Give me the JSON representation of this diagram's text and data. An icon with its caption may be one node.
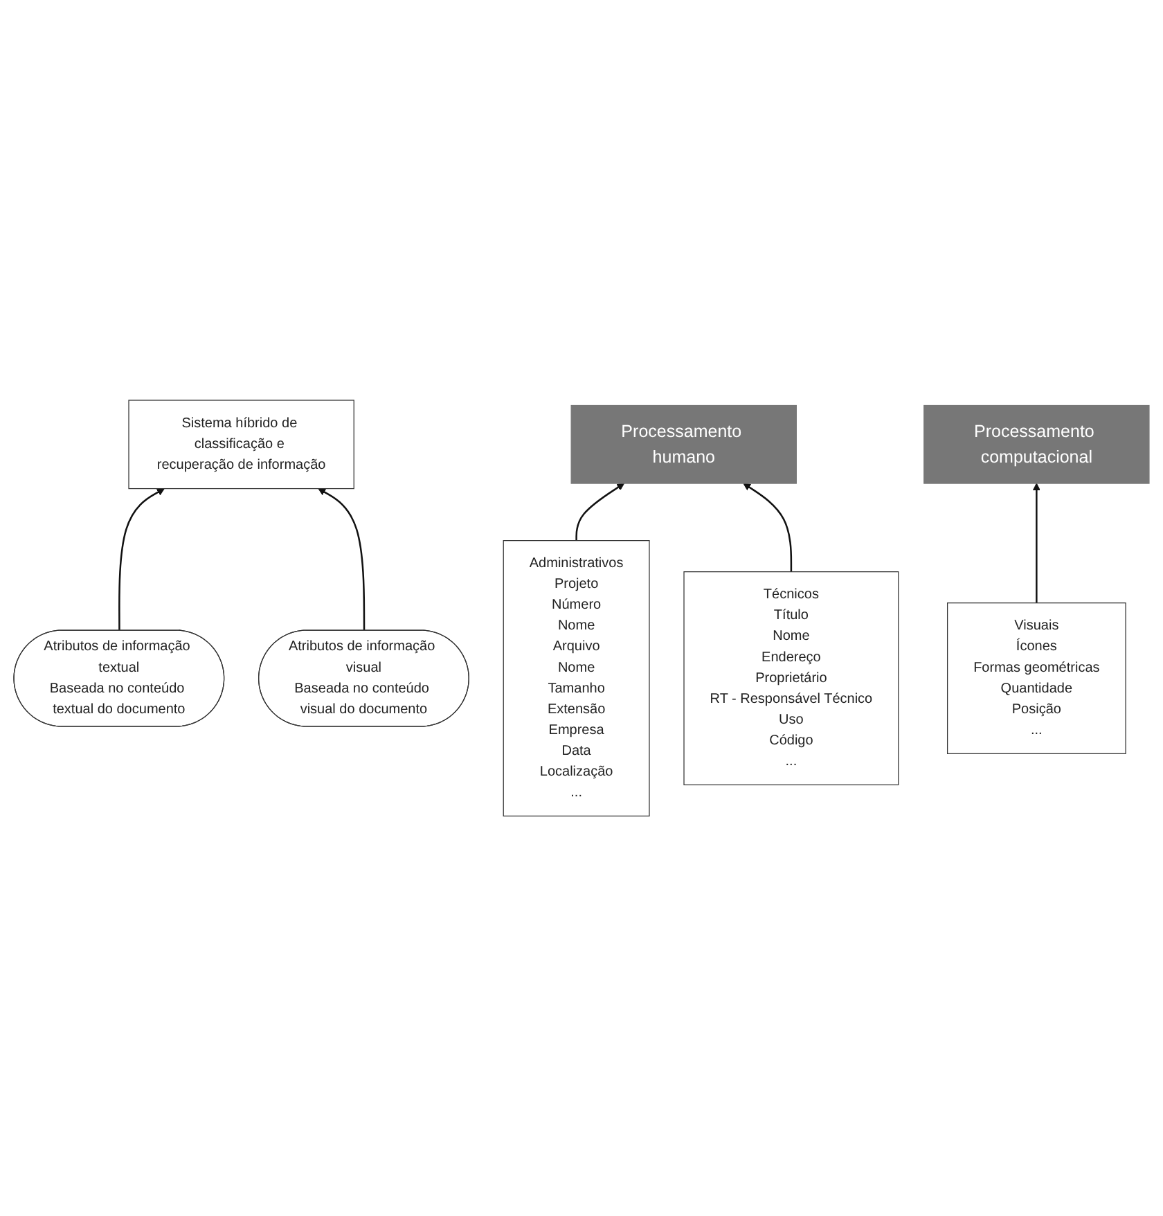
{
  "diagram": {
    "nodes": [
      {
        "text": [
          "Sistema híbrido de classificação e recuperação de informação"
        ]
      },
      {
        "text": [
          "Atributos de informação textual",
          "Baseada no conteúdo textual do documento"
        ]
      },
      {
        "text": [
          "Atributos de informação visual",
          "Baseada no conteúdo visual do documento"
        ]
      },
      {
        "text": [
          "Processamento humano"
        ]
      },
      {
        "text": [
          "Processamento computacional"
        ]
      },
      {
        "text": [
          "Administrativos",
          "Projeto",
          "Número",
          "Nome",
          "Arquivo",
          "Nome",
          "Tamanho",
          "Extensão",
          "Empresa",
          "Data",
          "Localização",
          "..."
        ]
      },
      {
        "text": [
          "Técnicos",
          "Título",
          "Nome",
          "Endereço",
          "Proprietário",
          "RT - Responsável Técnico",
          "Uso",
          "Código",
          "..."
        ]
      },
      {
        "text": [
          "Visuais",
          "Ícones",
          "Formas geométricas",
          "Quantidade",
          "Posição",
          "..."
        ]
      }
    ],
    "edges": [
      {
        "from": 1,
        "to": 0,
        "arrow": "to"
      },
      {
        "from": 2,
        "to": 0,
        "arrow": "to"
      },
      {
        "from": 5,
        "to": 3,
        "arrow": "to"
      },
      {
        "from": 6,
        "to": 3,
        "arrow": "to"
      },
      {
        "from": 7,
        "to": 4,
        "arrow": "to"
      }
    ]
  }
}
